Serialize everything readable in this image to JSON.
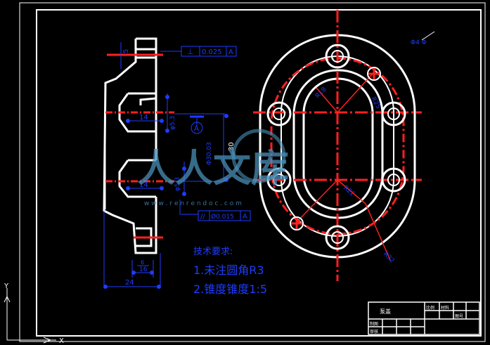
{
  "colors": {
    "background": "#000000",
    "outline": "#ffffff",
    "centerline": "#ff2020",
    "dimension": "#1e3cff",
    "watermark": "#4a8fb8"
  },
  "left_view": {
    "dims": {
      "top_small": "5",
      "bore_upper_length": "14",
      "bore_upper_dia": "φ5.3",
      "bore_lower_length": "14",
      "bore_lower_dia": "φ5.3",
      "center_distance": "Φ30.03",
      "overall_height": "30",
      "width_16": "16",
      "width_24": "24",
      "bottom_6": "6"
    },
    "tolerance_perpendicularity": {
      "symbol": "⊥",
      "value": "0.025",
      "datum": "A"
    },
    "tolerance_parallelism": {
      "symbol": "//",
      "value": "Ø0.015",
      "datum": "A"
    },
    "datum_label": "A"
  },
  "front_view": {
    "dims": {
      "r_inner": "R18",
      "r_outer_hole": "R25",
      "r_slot": "R22",
      "r_outer": "R32",
      "top_hole_dia": "Φ4 Φ"
    }
  },
  "notes": {
    "heading": "技术要求:",
    "line1": "1.未注圆角R3",
    "line2": "2.锥度锥度1:5"
  },
  "title_block": {
    "name": "泵盖",
    "row2a": "制图",
    "row2b": "审核",
    "row3a": "比例",
    "row3b": "材料",
    "row3c": "图号"
  },
  "watermark": {
    "text_cn": "人人文库",
    "text_url": "w w w . r e n r e n d o c . c o m"
  },
  "axis": {
    "y_label": "Y",
    "x_label": "X"
  }
}
